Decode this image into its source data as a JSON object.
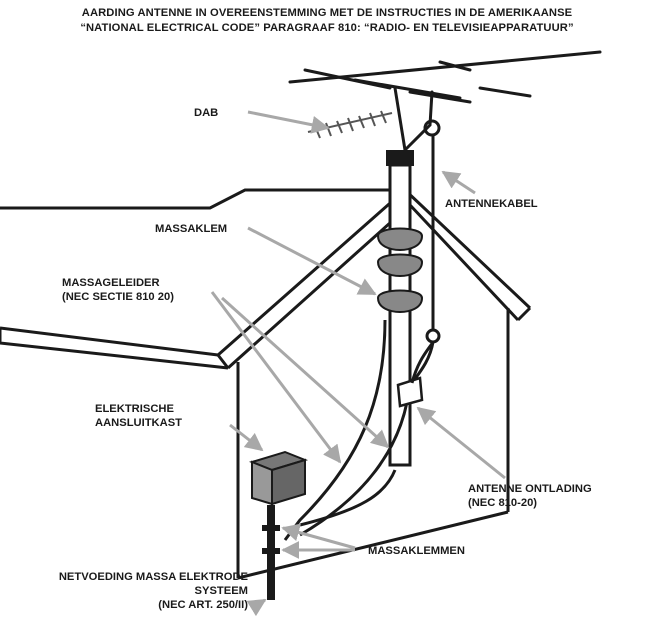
{
  "title": {
    "line1": "AARDING ANTENNE IN OVEREENSTEMMING MET DE INSTRUCTIES IN DE AMERIKAANSE",
    "line2": "“NATIONAL ELECTRICAL CODE” PARAGRAAF 810: “RADIO- EN TELEVISIEAPPARATUUR”"
  },
  "labels": {
    "dab": "DAB",
    "antennekabel": "ANTENNEKABEL",
    "massaklem": "MASSAKLEM",
    "massageleider_1": "MASSAGELEIDER",
    "massageleider_2": "(NEC SECTIE 810 20)",
    "elektrische_1": "ELEKTRISCHE",
    "elektrische_2": "AANSLUITKAST",
    "antenne_ontlading_1": "ANTENNE ONTLADING",
    "antenne_ontlading_2": "(NEC 810-20)",
    "massaklemmen": "MASSAKLEMMEN",
    "netvoeding_1": "NETVOEDING MASSA ELEKTRODE",
    "netvoeding_2": "SYSTEEM",
    "netvoeding_3": "(NEC ART. 250/II)"
  }
}
